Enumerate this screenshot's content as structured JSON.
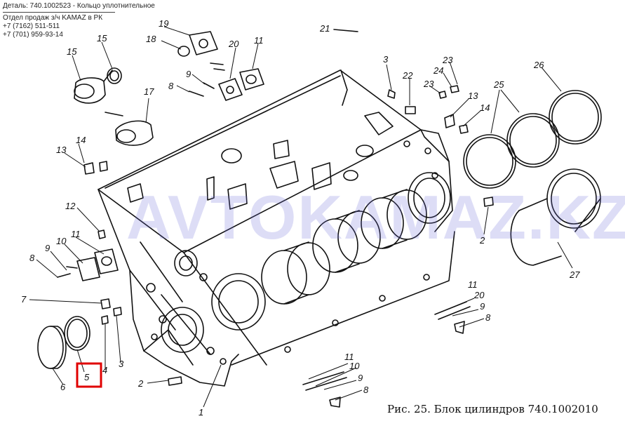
{
  "header": {
    "title": "Деталь: 740.1002523 - Кольцо уплотнительное",
    "dept": "Отдел продаж з/ч KAMAZ в РК",
    "phone1": "+7 (7162) 511-511",
    "phone2": "+7 (701) 959-93-14"
  },
  "watermark": "AVTOKAMAZ.KZ",
  "caption": "Рис. 25. Блок цилиндров 740.1002010",
  "highlight": {
    "part": "5",
    "color": "#e00000"
  },
  "parts": {
    "p1": "1",
    "p2a": "2",
    "p2b": "2",
    "p3a": "3",
    "p3b": "3",
    "p4": "4",
    "p5": "5",
    "p6": "6",
    "p7": "7",
    "p8a": "8",
    "p8b": "8",
    "p8c": "8",
    "p8d": "8",
    "p9a": "9",
    "p9b": "9",
    "p9c": "9",
    "p9d": "9",
    "p10a": "10",
    "p10b": "10",
    "p11a": "11",
    "p11b": "11",
    "p11c": "11",
    "p11d": "11",
    "p12": "12",
    "p13a": "13",
    "p13b": "13",
    "p14a": "14",
    "p14b": "14",
    "p15a": "15",
    "p15b": "15",
    "p17": "17",
    "p18": "18",
    "p19": "19",
    "p20a": "20",
    "p20b": "20",
    "p21": "21",
    "p22": "22",
    "p23a": "23",
    "p23b": "23",
    "p24": "24",
    "p25": "25",
    "p26": "26",
    "p27": "27"
  }
}
